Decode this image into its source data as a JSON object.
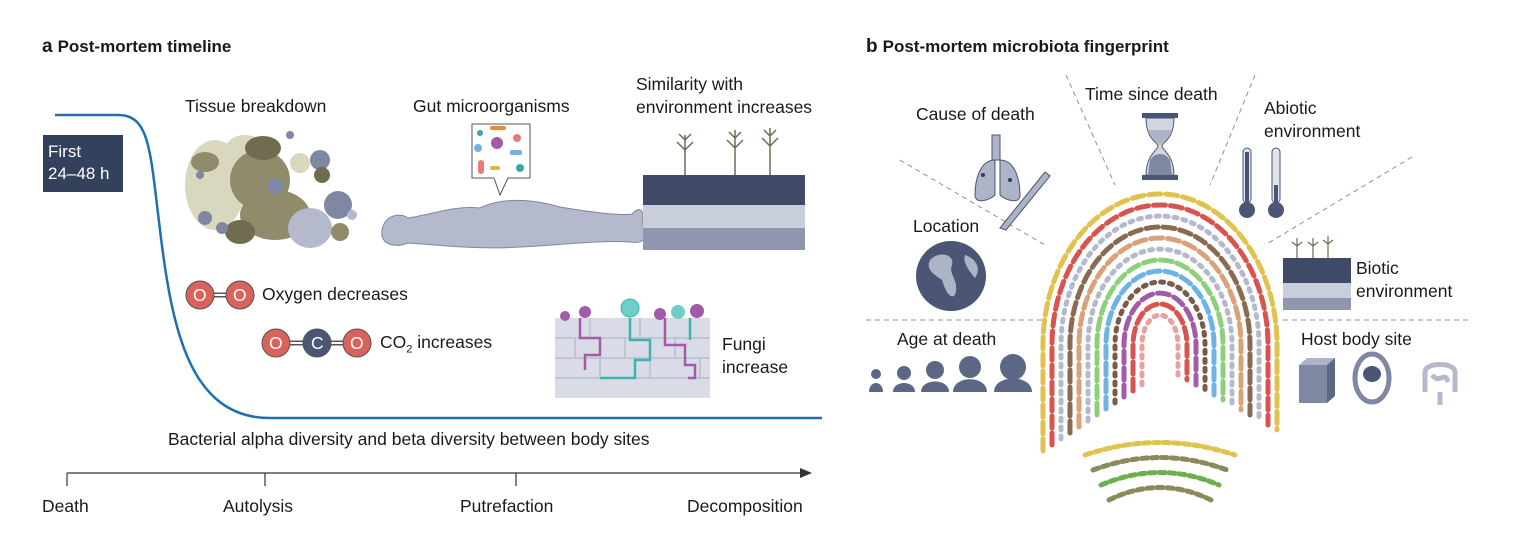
{
  "panel_a": {
    "letter": "a",
    "title": "Post-mortem timeline",
    "first_box": {
      "line1": "First",
      "line2": "24–48 h"
    },
    "tissue_breakdown": "Tissue breakdown",
    "gut_microorganisms": "Gut microorganisms",
    "similarity": {
      "line1": "Similarity with",
      "line2": "environment increases"
    },
    "oxygen": {
      "atom": "O",
      "label": "Oxygen decreases"
    },
    "co2": {
      "atom_o": "O",
      "atom_c": "C",
      "label_main": "CO",
      "label_sub": "2",
      "label_rest": " increases"
    },
    "fungi": {
      "line1": "Fungi",
      "line2": "increase"
    },
    "diversity_label": "Bacterial alpha diversity and beta diversity between body sites",
    "stages": [
      "Death",
      "Autolysis",
      "Putrefaction",
      "Decomposition"
    ]
  },
  "panel_b": {
    "letter": "b",
    "title": "Post-mortem microbiota fingerprint",
    "factors": {
      "cause_of_death": "Cause of death",
      "time_since_death": "Time since death",
      "abiotic": {
        "line1": "Abiotic",
        "line2": "environment"
      },
      "location": "Location",
      "biotic": {
        "line1": "Biotic",
        "line2": "environment"
      },
      "age_at_death": "Age at death",
      "host_body_site": "Host body site"
    }
  },
  "colors": {
    "curve": "#1f6fb2",
    "dark_box": "#33415c",
    "oxygen_red": "#d9625a",
    "carbon": "#4a5673",
    "body_grey": "#b4b9cc",
    "icon_slate": "#5b6785"
  }
}
